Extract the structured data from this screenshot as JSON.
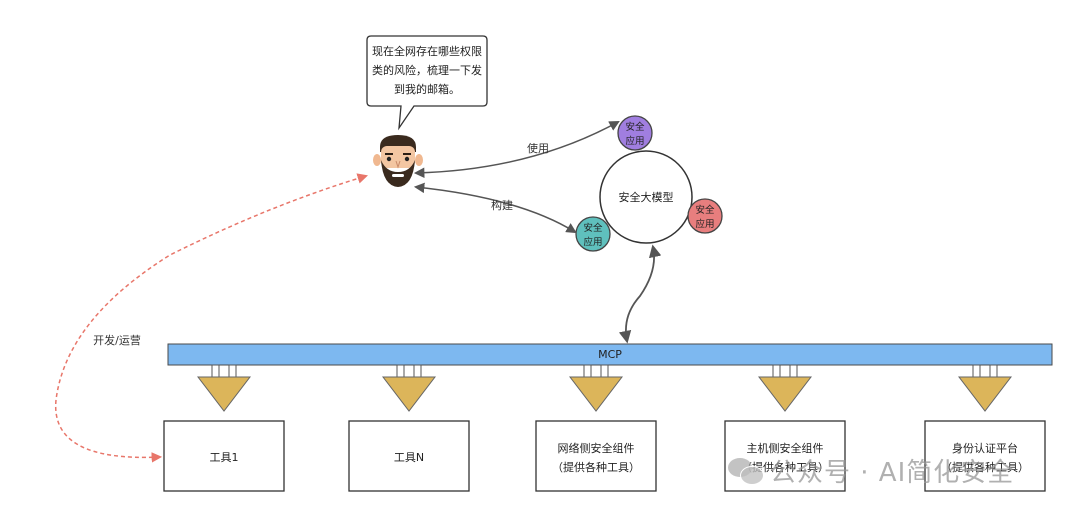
{
  "speech": {
    "lines": [
      "现在全网存在哪些权限",
      "类的风险，梳理一下发",
      "到我的邮箱。"
    ]
  },
  "model": {
    "label": "安全大模型"
  },
  "apps": [
    {
      "line1": "安全",
      "line2": "应用",
      "color": "#a07ee0"
    },
    {
      "line1": "安全",
      "line2": "应用",
      "color": "#e87e7e"
    },
    {
      "line1": "安全",
      "line2": "应用",
      "color": "#5fc0bd"
    }
  ],
  "edges": {
    "use": "使用",
    "build": "构建",
    "devops": "开发/运营"
  },
  "bus": {
    "label": "MCP",
    "color": "#7db8f0"
  },
  "components": [
    {
      "line1": "工具1",
      "line2": ""
    },
    {
      "line1": "工具N",
      "line2": ""
    },
    {
      "line1": "网络侧安全组件",
      "line2": "（提供各种工具）"
    },
    {
      "line1": "主机侧安全组件",
      "line2": "（提供各种工具）"
    },
    {
      "line1": "身份认证平台",
      "line2": "（提供各种工具）"
    }
  ],
  "funnel_color": "#dcb55a",
  "watermark": "公众号 · AI简化安全"
}
